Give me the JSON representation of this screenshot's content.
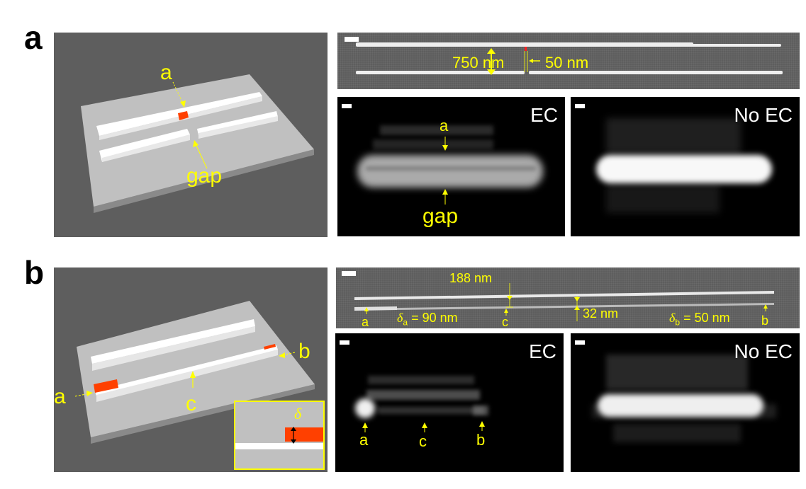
{
  "figure": {
    "panel_a": {
      "label": "a",
      "schematic": {
        "labels": {
          "a": "a",
          "gap": "gap"
        }
      },
      "sem": {
        "dim_separation": "750 nm",
        "dim_offset": "50 nm"
      },
      "ec_image": {
        "title": "EC",
        "label_a": "a",
        "label_gap": "gap"
      },
      "no_ec_image": {
        "title": "No EC"
      }
    },
    "panel_b": {
      "label": "b",
      "schematic": {
        "labels": {
          "a": "a",
          "b": "b",
          "c": "c",
          "delta": "δ"
        }
      },
      "sem": {
        "dim_top": "188 nm",
        "dim_mid": "32 nm",
        "delta_a": "= 90 nm",
        "delta_b": "= 50 nm",
        "delta_sym": "δ",
        "sub_a": "a",
        "sub_b": "b",
        "label_a": "a",
        "label_b": "b",
        "label_c": "c"
      },
      "ec_image": {
        "title": "EC",
        "label_a": "a",
        "label_b": "b",
        "label_c": "c"
      },
      "no_ec_image": {
        "title": "No EC"
      }
    },
    "colors": {
      "annotation": "#ffff00",
      "highlight": "#ff4000",
      "schematic_bg": "#5e5e5e",
      "substrate": "#c0c0c0"
    }
  }
}
